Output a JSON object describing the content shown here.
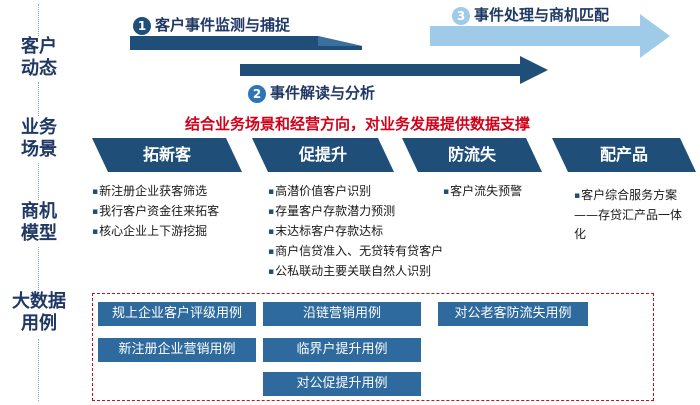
{
  "rows": [
    "客户\n动态",
    "业务\n场景",
    "商机\n模型",
    "大数据\n用例"
  ],
  "phases": [
    {
      "num": "1",
      "label": "客户事件监测与捕捉"
    },
    {
      "num": "2",
      "label": "事件解读与分析"
    },
    {
      "num": "3",
      "label": "事件处理与商机匹配"
    }
  ],
  "headline": "结合业务场景和经营方向，对业务发展提供数据支撑",
  "scenarios": [
    {
      "title": "拓新客",
      "items": [
        "新注册企业获客筛选",
        "我行客户资金往来拓客",
        "核心企业上下游挖掘"
      ]
    },
    {
      "title": "促提升",
      "items": [
        "高潜价值客户识别",
        "存量客户存款潜力预测",
        "末达标客户存款达标",
        "商户信贷准入、无贷转有贷客户",
        "公私联动主要关联自然人识别"
      ]
    },
    {
      "title": "防流失",
      "items": [
        "客户流失预警"
      ]
    },
    {
      "title": "配产品",
      "items": [
        "客户综合服务方案——存贷汇产品一体化"
      ]
    }
  ],
  "cases": [
    "规上企业客户评级用例",
    "新注册企业营销用例",
    "沿链营销用例",
    "临界户提升用例",
    "对公促提升用例",
    "对公老客防流失用例"
  ],
  "colors": {
    "navy": "#1f4e79",
    "light": "#9fcbe9",
    "red": "#d0021b",
    "case": "#2e6a9e"
  }
}
